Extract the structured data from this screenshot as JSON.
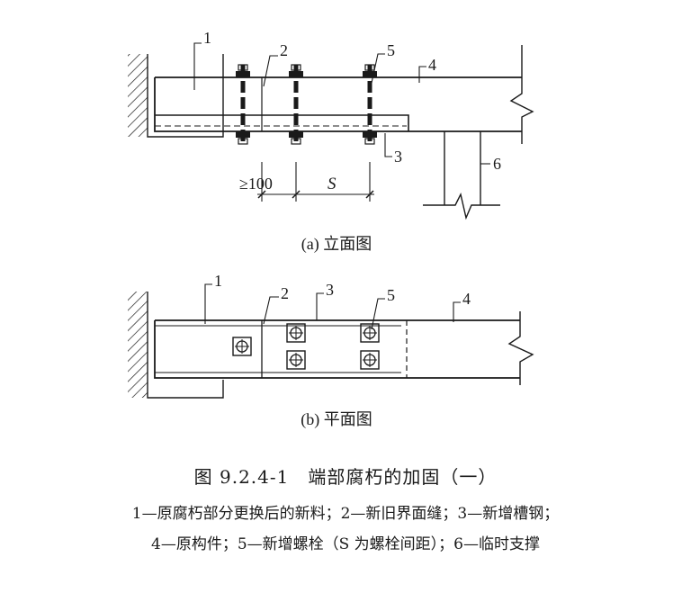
{
  "diagram": {
    "elevation": {
      "caption": "(a) 立面图",
      "callouts": [
        "1",
        "2",
        "5",
        "4",
        "3",
        "6"
      ],
      "dim_min": "≥100",
      "dim_spacing": "S"
    },
    "plan": {
      "caption": "(b) 平面图",
      "callouts": [
        "1",
        "2",
        "3",
        "5",
        "4"
      ]
    }
  },
  "figure": {
    "title": "图 9.2.4-1　端部腐朽的加固（一）",
    "legend_line1": "1—原腐朽部分更换后的新料；2—新旧界面缝；3—新增槽钢；",
    "legend_line2": "4—原构件；5—新增螺栓（S 为螺栓间距）；6—临时支撑"
  },
  "colors": {
    "ink": "#1a1a1a",
    "background": "#ffffff"
  }
}
